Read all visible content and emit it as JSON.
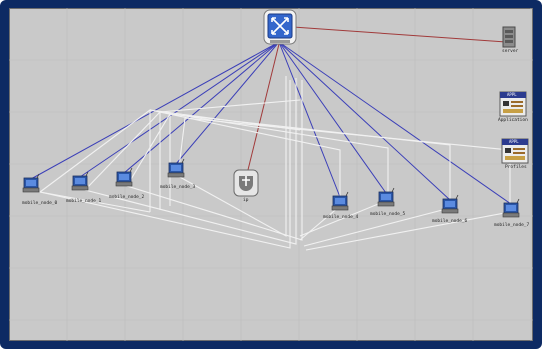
{
  "colors": {
    "frame": "#0d2a63",
    "canvas": "#c9c9c9",
    "grid": "#bdbdbd",
    "wireless_link": "#3b3fb8",
    "red_link": "#a13a3a",
    "white_link": "#f4f4f4"
  },
  "nodes": {
    "hub": {
      "icon": "wireless-access-point-icon"
    },
    "server": {
      "label": "server",
      "icon": "server-icon"
    },
    "app_def": {
      "label": "Application",
      "badge": "APPL",
      "icon": "application-definition-icon"
    },
    "profile_def": {
      "label": "Profiles",
      "badge": "APPL",
      "icon": "profile-definition-icon"
    },
    "router": {
      "label": "ip",
      "icon": "router-icon"
    },
    "mobiles": [
      {
        "id": "m0",
        "label": "mobile_node_0"
      },
      {
        "id": "m1",
        "label": "mobile_node_1"
      },
      {
        "id": "m2",
        "label": "mobile_node_2"
      },
      {
        "id": "m3",
        "label": "mobile_node_3"
      },
      {
        "id": "m4",
        "label": "mobile_node_4"
      },
      {
        "id": "m5",
        "label": "mobile_node_5"
      },
      {
        "id": "m6",
        "label": "mobile_node_6"
      },
      {
        "id": "m7",
        "label": "mobile_node_7"
      }
    ]
  }
}
